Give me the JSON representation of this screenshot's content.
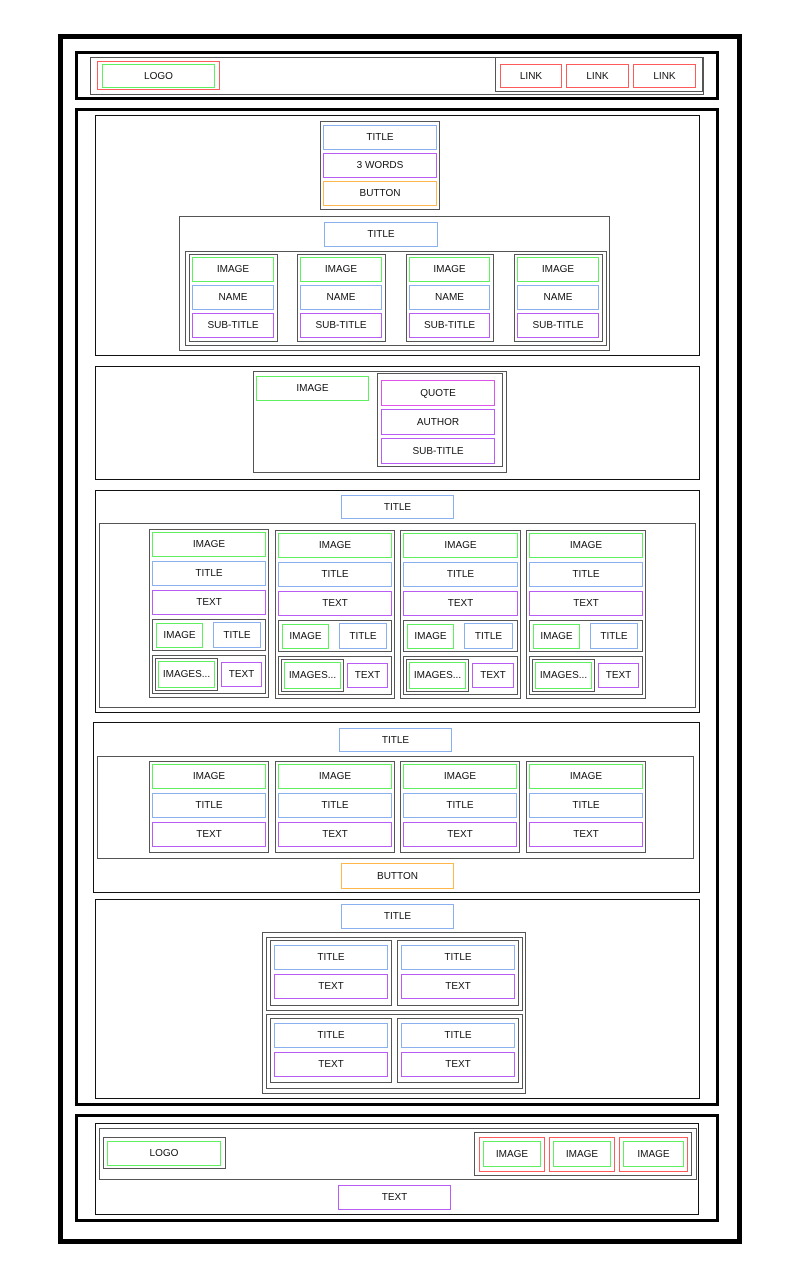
{
  "header": {
    "logo": "LOGO",
    "links": [
      "LINK",
      "LINK",
      "LINK"
    ]
  },
  "hero": {
    "title": "TITLE",
    "tagline": "3 WORDS",
    "button": "BUTTON"
  },
  "team": {
    "title": "TITLE",
    "members": [
      {
        "image": "IMAGE",
        "name": "NAME",
        "subtitle": "SUB-TITLE"
      },
      {
        "image": "IMAGE",
        "name": "NAME",
        "subtitle": "SUB-TITLE"
      },
      {
        "image": "IMAGE",
        "name": "NAME",
        "subtitle": "SUB-TITLE"
      },
      {
        "image": "IMAGE",
        "name": "NAME",
        "subtitle": "SUB-TITLE"
      }
    ]
  },
  "testimonial": {
    "image": "IMAGE",
    "quote": "QUOTE",
    "author": "AUTHOR",
    "subtitle": "SUB-TITLE"
  },
  "features": {
    "title": "TITLE",
    "cards": [
      {
        "image": "IMAGE",
        "title": "TITLE",
        "text": "TEXT",
        "media_image": "IMAGE",
        "media_title": "TITLE",
        "gallery": "IMAGES...",
        "gallery_text": "TEXT"
      },
      {
        "image": "IMAGE",
        "title": "TITLE",
        "text": "TEXT",
        "media_image": "IMAGE",
        "media_title": "TITLE",
        "gallery": "IMAGES...",
        "gallery_text": "TEXT"
      },
      {
        "image": "IMAGE",
        "title": "TITLE",
        "text": "TEXT",
        "media_image": "IMAGE",
        "media_title": "TITLE",
        "gallery": "IMAGES...",
        "gallery_text": "TEXT"
      },
      {
        "image": "IMAGE",
        "title": "TITLE",
        "text": "TEXT",
        "media_image": "IMAGE",
        "media_title": "TITLE",
        "gallery": "IMAGES...",
        "gallery_text": "TEXT"
      }
    ]
  },
  "products": {
    "title": "TITLE",
    "cards": [
      {
        "image": "IMAGE",
        "title": "TITLE",
        "text": "TEXT"
      },
      {
        "image": "IMAGE",
        "title": "TITLE",
        "text": "TEXT"
      },
      {
        "image": "IMAGE",
        "title": "TITLE",
        "text": "TEXT"
      },
      {
        "image": "IMAGE",
        "title": "TITLE",
        "text": "TEXT"
      }
    ],
    "button": "BUTTON"
  },
  "services": {
    "title": "TITLE",
    "items": [
      {
        "title": "TITLE",
        "text": "TEXT"
      },
      {
        "title": "TITLE",
        "text": "TEXT"
      },
      {
        "title": "TITLE",
        "text": "TEXT"
      },
      {
        "title": "TITLE",
        "text": "TEXT"
      }
    ]
  },
  "footer": {
    "logo": "LOGO",
    "images": [
      "IMAGE",
      "IMAGE",
      "IMAGE"
    ],
    "text": "TEXT"
  },
  "colors": {
    "image": "#5ef05e",
    "title": "#8ab0f0",
    "text": "#b95cf5",
    "quote": "#dd55e8",
    "button": "#ffb64a",
    "link": "#ff5a5a",
    "container": "#555555",
    "frame": "#000000"
  }
}
